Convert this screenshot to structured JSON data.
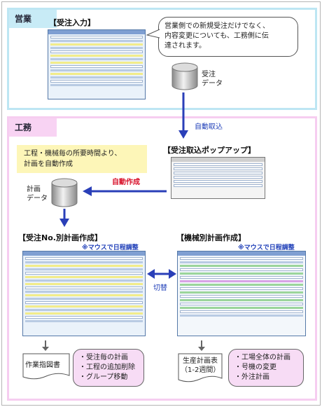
{
  "sales_section": {
    "label": "営業"
  },
  "engineering_section": {
    "label": "工務"
  },
  "order_entry": {
    "title": "【受注入力】"
  },
  "sales_callout": {
    "lines": [
      "営業側での新規受注だけでなく、",
      "内容変更についても、工務側に伝",
      "達されます。"
    ]
  },
  "order_db": {
    "lines": [
      "受注",
      "データ"
    ]
  },
  "auto_import": {
    "label": "自動取込"
  },
  "popup": {
    "title": "【受注取込ポップアップ】"
  },
  "engineering_note": {
    "lines": [
      "工程・機械毎の所要時間より、",
      "計画を自動作成"
    ]
  },
  "auto_create": {
    "label": "自動作成"
  },
  "plan_db": {
    "lines": [
      "計画",
      "データ"
    ]
  },
  "order_plan": {
    "title": "【受注No.別計画作成】",
    "note": "※マウスで日程調整"
  },
  "machine_plan": {
    "title": "【機械別計画作成】",
    "note": "※マウスで日程調整"
  },
  "switch": {
    "label": "切替"
  },
  "work_instruction": {
    "label": "作業指図書"
  },
  "order_plan_features": {
    "items": [
      "・受注毎の計画",
      "・工程の追加削除",
      "・グループ移動"
    ]
  },
  "production_schedule": {
    "lines": [
      "生産計画表",
      "（1-2週間）"
    ]
  },
  "machine_plan_features": {
    "items": [
      "・工場全体の計画",
      "・号機の変更",
      "・外注計画"
    ]
  },
  "colors": {
    "sales_border": "#bde6f3",
    "eng_border": "#f6cdf0",
    "arrow_blue": "#2a3fb8",
    "auto_create_red": "#d8102a",
    "callout_yellow": "#fdf6b8",
    "feature_pink": "#f7dcf5"
  }
}
